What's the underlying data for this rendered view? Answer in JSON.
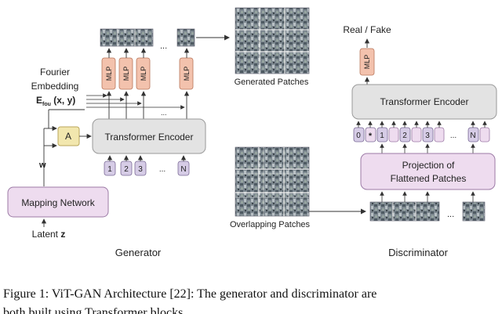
{
  "generator": {
    "title": "Generator",
    "fourier": {
      "line1": "Fourier",
      "line2": "Embedding",
      "formula_main": "E",
      "formula_sub": "fou",
      "formula_rest": " (x, y)"
    },
    "mlp_label": "MLP",
    "ellipsis": "...",
    "generated_patches": "Generated Patches",
    "transformer": "Transformer Encoder",
    "a_block": "A",
    "w_label": "w",
    "mapping_network": "Mapping Network",
    "latent": {
      "text": "Latent ",
      "var": "z"
    },
    "tokens": [
      "1",
      "2",
      "3",
      "...",
      "N"
    ]
  },
  "discriminator": {
    "title": "Discriminator",
    "real_fake": "Real / Fake",
    "mlp_label": "MLP",
    "transformer": "Transformer Encoder",
    "tokens": [
      "0",
      "*",
      "1",
      "2",
      "3",
      "...",
      "N"
    ],
    "projection": {
      "line1": "Projection of",
      "line2": "Flattened Patches"
    },
    "overlapping_patches": "Overlapping Patches",
    "ellipsis": "..."
  },
  "caption": {
    "line1": "Figure 1: ViT-GAN Architecture [22]: The generator and discriminator are",
    "line2": "both built using Transformer blocks."
  },
  "colors": {
    "mlp_fill": "#f3c2ad",
    "mlp_stroke": "#b8755a",
    "encoder_fill": "#e3e3e3",
    "encoder_stroke": "#9a9a9a",
    "token_fill": "#d6cce6",
    "token_stroke": "#7a6a96",
    "purple_box_fill": "#eedcef",
    "purple_box_stroke": "#9c7aa6",
    "a_fill": "#f2e7ae",
    "a_stroke": "#b9a65a",
    "patch_bg": "#6f7a80"
  }
}
